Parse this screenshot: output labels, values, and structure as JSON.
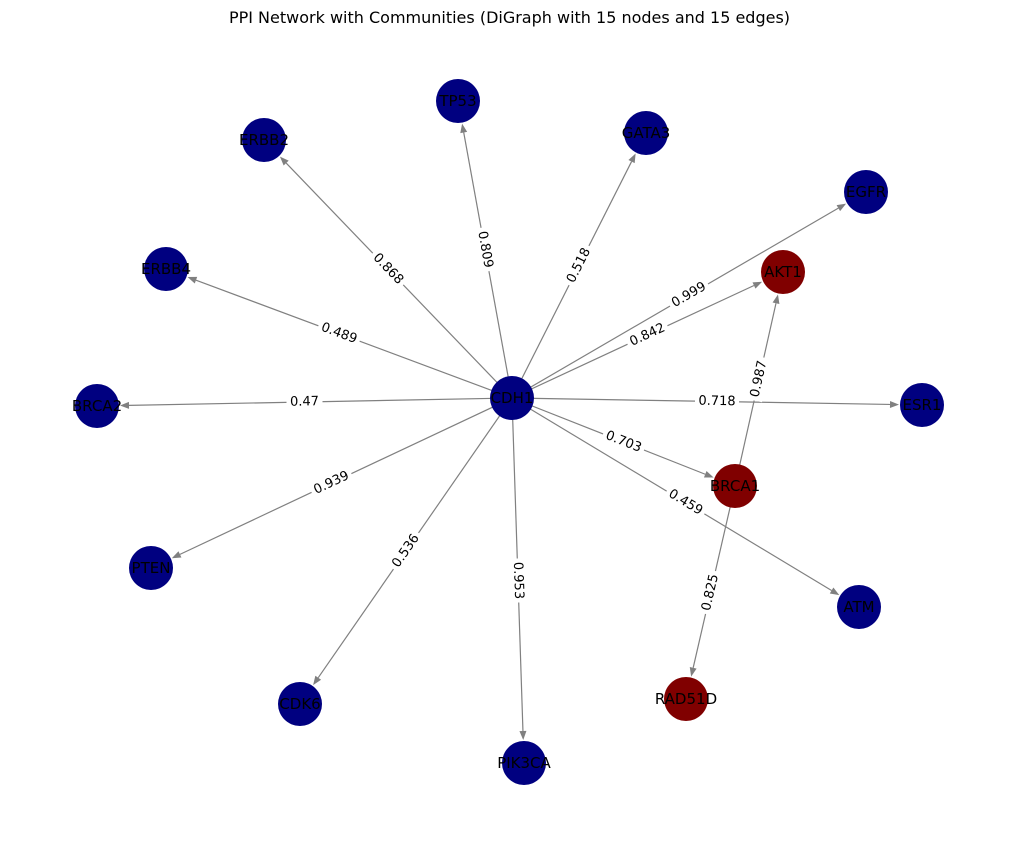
{
  "title": "PPI Network with Communities (DiGraph with 15 nodes and 15 edges)",
  "colors": {
    "community_a": "#000080",
    "community_b": "#800000",
    "edge": "#808080"
  },
  "nodes": [
    {
      "id": "CDH1",
      "community": "community_a"
    },
    {
      "id": "TP53",
      "community": "community_a"
    },
    {
      "id": "GATA3",
      "community": "community_a"
    },
    {
      "id": "ERBB2",
      "community": "community_a"
    },
    {
      "id": "EGFR",
      "community": "community_a"
    },
    {
      "id": "AKT1",
      "community": "community_b"
    },
    {
      "id": "ERBB4",
      "community": "community_a"
    },
    {
      "id": "BRCA2",
      "community": "community_a"
    },
    {
      "id": "ESR1",
      "community": "community_a"
    },
    {
      "id": "BRCA1",
      "community": "community_b"
    },
    {
      "id": "PTEN",
      "community": "community_a"
    },
    {
      "id": "ATM",
      "community": "community_a"
    },
    {
      "id": "RAD51D",
      "community": "community_b"
    },
    {
      "id": "CDK6",
      "community": "community_a"
    },
    {
      "id": "PIK3CA",
      "community": "community_a"
    }
  ],
  "edges": [
    {
      "source": "CDH1",
      "target": "TP53",
      "weight": "0.809"
    },
    {
      "source": "CDH1",
      "target": "GATA3",
      "weight": "0.518"
    },
    {
      "source": "CDH1",
      "target": "ERBB2",
      "weight": "0.868"
    },
    {
      "source": "CDH1",
      "target": "EGFR",
      "weight": "0.999"
    },
    {
      "source": "CDH1",
      "target": "AKT1",
      "weight": "0.842"
    },
    {
      "source": "CDH1",
      "target": "ERBB4",
      "weight": "0.489"
    },
    {
      "source": "CDH1",
      "target": "BRCA2",
      "weight": "0.47"
    },
    {
      "source": "CDH1",
      "target": "ESR1",
      "weight": "0.718"
    },
    {
      "source": "CDH1",
      "target": "BRCA1",
      "weight": "0.703"
    },
    {
      "source": "CDH1",
      "target": "PTEN",
      "weight": "0.939"
    },
    {
      "source": "CDH1",
      "target": "ATM",
      "weight": "0.459"
    },
    {
      "source": "CDH1",
      "target": "CDK6",
      "weight": "0.536"
    },
    {
      "source": "CDH1",
      "target": "PIK3CA",
      "weight": "0.953"
    },
    {
      "source": "BRCA1",
      "target": "AKT1",
      "weight": "0.987"
    },
    {
      "source": "BRCA1",
      "target": "RAD51D",
      "weight": "0.825"
    }
  ]
}
